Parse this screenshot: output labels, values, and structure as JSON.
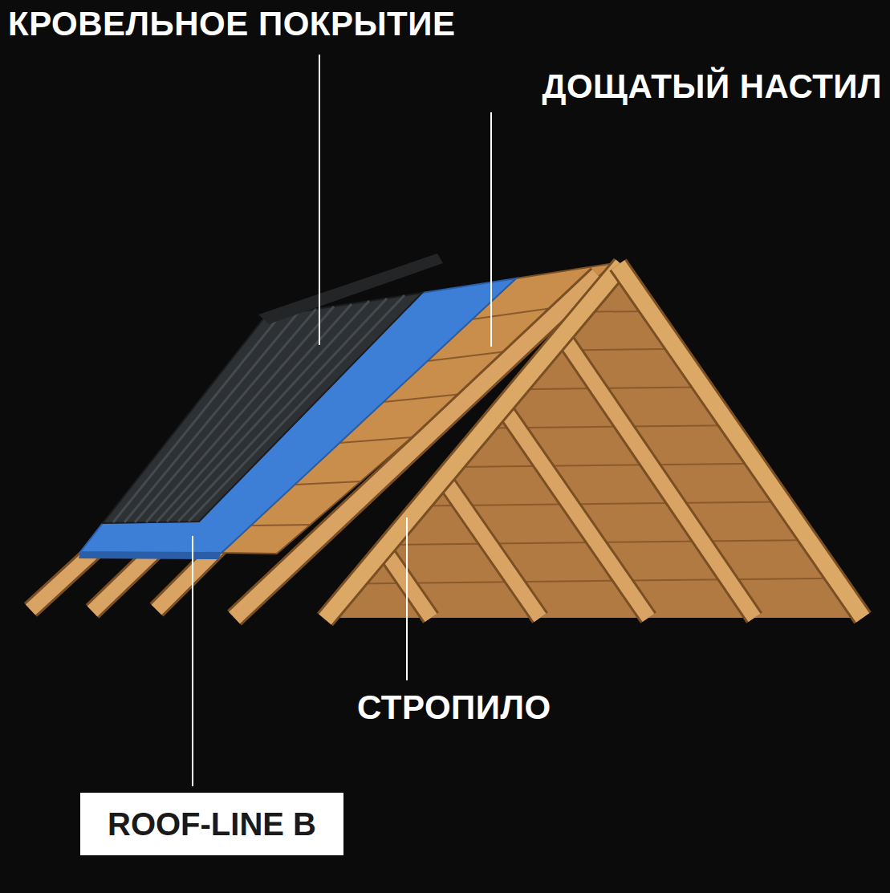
{
  "diagram": {
    "nodes": [
      {
        "text": [
          "ROOF-LINE B"
        ]
      }
    ],
    "labels": [
      "КРОВЕЛЬНОЕ ПОКРЫТИЕ",
      "ДОЩАТЫЙ НАСТИЛ",
      "СТРОПИЛО"
    ]
  }
}
